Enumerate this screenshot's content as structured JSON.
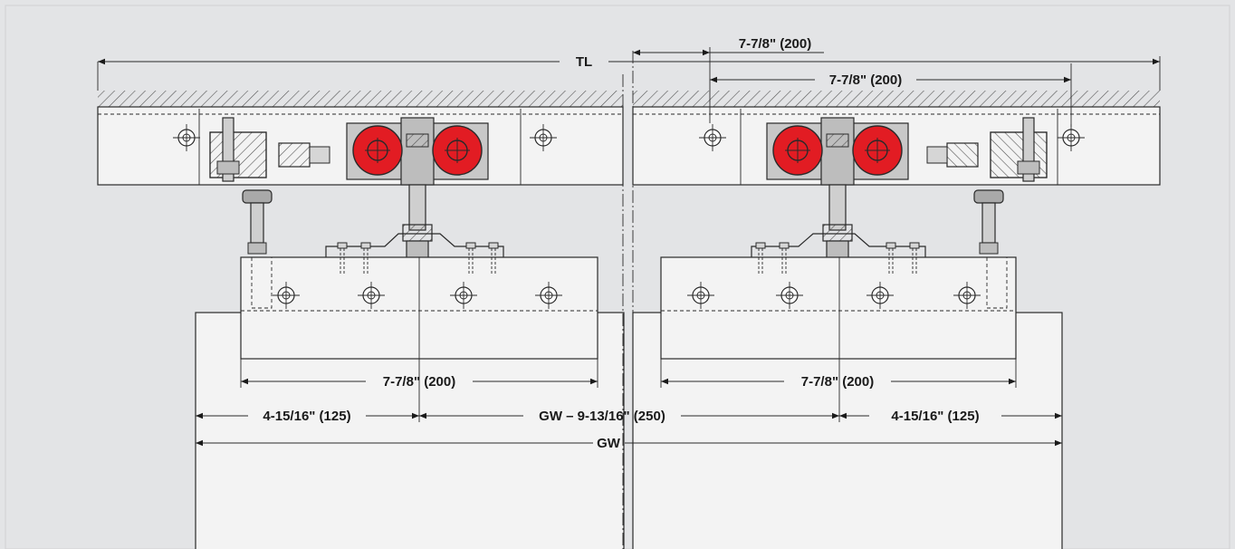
{
  "labels": {
    "tl": "TL",
    "top_offset": "7-7/8\" (200)",
    "stop_offset": "7-7/8\" (200)",
    "plate_left": "7-7/8\" (200)",
    "plate_right": "7-7/8\" (200)",
    "edge_left": "4-15/16\" (125)",
    "middle": "GW – 9-13/16\" (250)",
    "edge_right": "4-15/16\" (125)",
    "gw": "GW"
  },
  "colors": {
    "background": "#e3e4e6",
    "panel": "#f3f3f3",
    "wheel": "#e21c23",
    "housing": "#c8c8c8",
    "line": "#2a2a2a"
  }
}
